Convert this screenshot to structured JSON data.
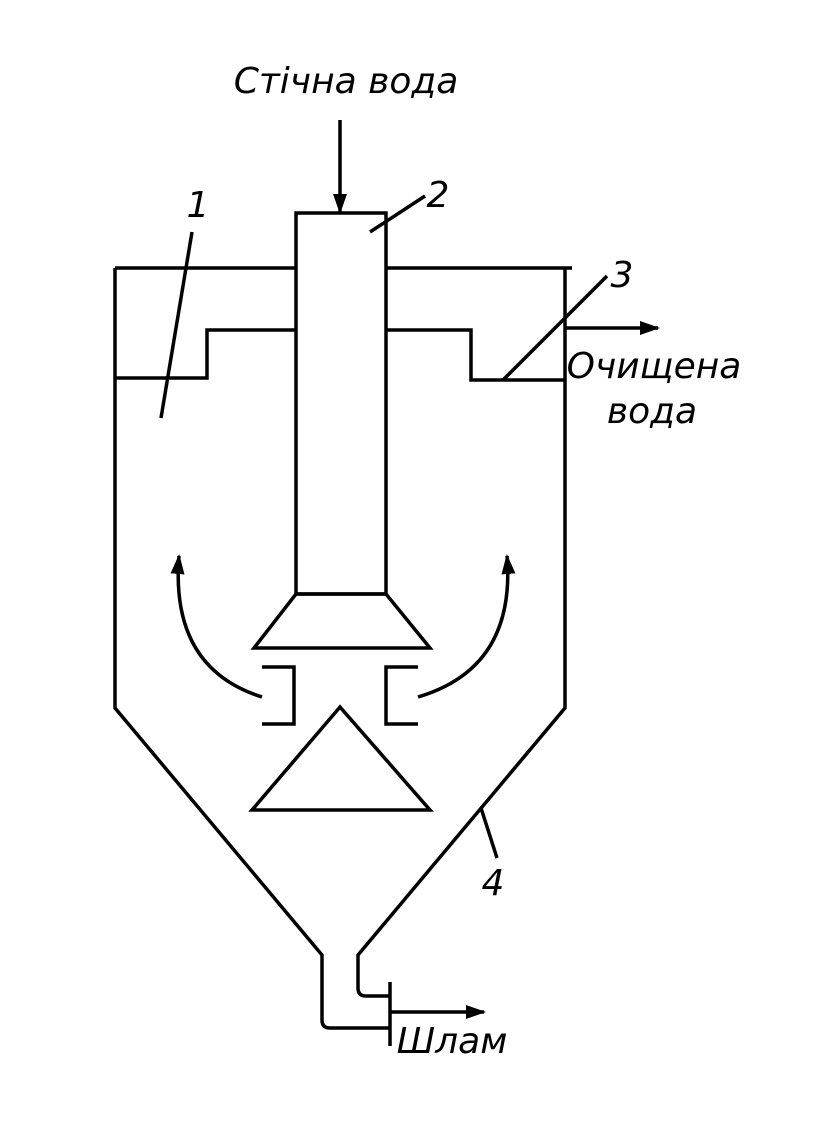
{
  "labels": {
    "inflow": "Стічна вода",
    "outflow_line1": "Очищена",
    "outflow_line2": "вода",
    "sludge": "Шлам",
    "part1": "1",
    "part2": "2",
    "part3": "3",
    "part4": "4"
  },
  "colors": {
    "stroke": "#000000",
    "background": "#ffffff"
  }
}
